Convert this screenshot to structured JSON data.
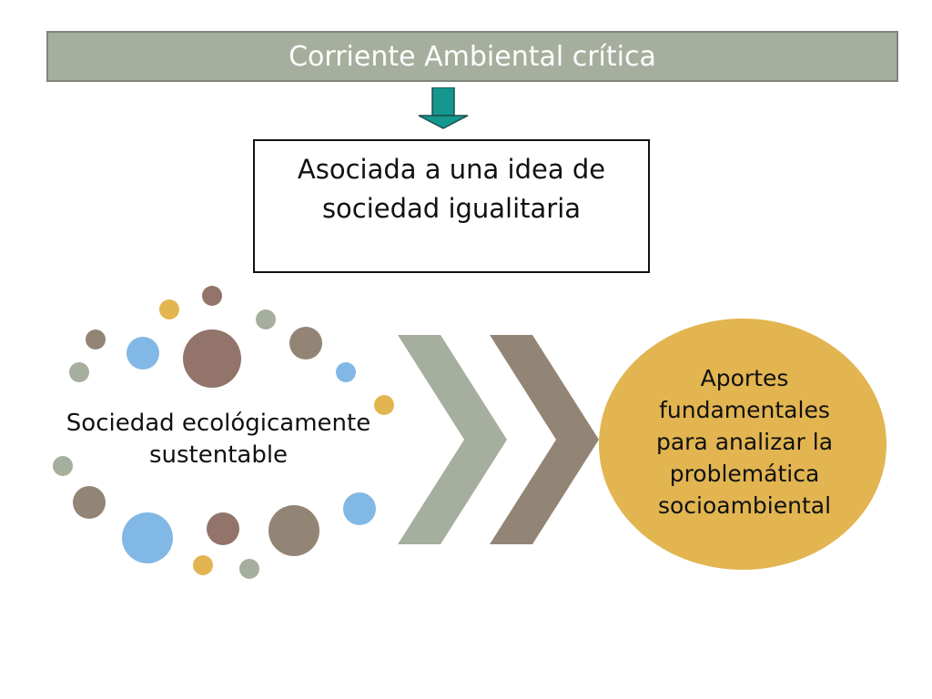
{
  "header": {
    "title": "Corriente Ambiental crítica"
  },
  "box": {
    "line1": "Asociada a una idea de",
    "line2": "sociedad igualitaria"
  },
  "left_node": {
    "line1": "Sociedad ecológicamente",
    "line2": "sustentable"
  },
  "right_node": {
    "lines": [
      "Aportes",
      "fundamentales",
      "para analizar la",
      "problemática",
      "socioambiental"
    ]
  },
  "colors": {
    "title_bg": "#a6ae9d",
    "arrow_teal": "#14978e",
    "chevron_green": "#a6ae9d",
    "chevron_brown": "#938575",
    "circle_gold": "#e2b551",
    "dot_brown": "#93746a",
    "dot_taupe": "#938575",
    "dot_blue": "#82b8e5",
    "dot_gray": "#a6ae9d",
    "dot_gold": "#e2b551"
  }
}
